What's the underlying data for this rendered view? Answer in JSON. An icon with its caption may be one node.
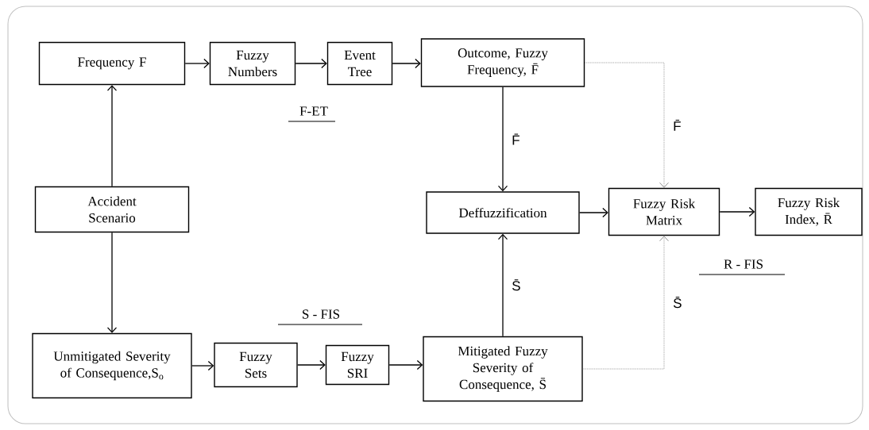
{
  "diagram": {
    "nodes": [
      {
        "text": [
          "Frequency F"
        ]
      },
      {
        "text": [
          "Fuzzy Numbers"
        ]
      },
      {
        "text": [
          "Event Tree"
        ]
      },
      {
        "text": [
          "Outcome, Fuzzy Frequency, F̄"
        ]
      },
      {
        "text": [
          "Accident Scenario"
        ]
      },
      {
        "text": [
          "Deffuzzification"
        ]
      },
      {
        "text": [
          "Fuzzy Risk Matrix"
        ]
      },
      {
        "text": [
          "Fuzzy Risk Index, R̄"
        ]
      },
      {
        "text": [
          "Unmitigated Severity of Consequence,S$_{o}$"
        ]
      },
      {
        "text": [
          "Fuzzy Sets"
        ]
      },
      {
        "text": [
          "Fuzzy SRI"
        ]
      },
      {
        "text": [
          "Mitigated Fuzzy Severity of Consequence, S̄"
        ]
      }
    ],
    "edges": [
      {
        "from": 4,
        "to": 0,
        "arrow": "to"
      },
      {
        "from": 0,
        "to": 1,
        "arrow": "to"
      },
      {
        "from": 1,
        "to": 2,
        "arrow": "to"
      },
      {
        "from": 2,
        "to": 3,
        "arrow": "to"
      },
      {
        "from": 3,
        "to": 5,
        "arrow": "to",
        "label": "F̄"
      },
      {
        "from": 3,
        "to": 6,
        "arrow": "to",
        "label": "F̄",
        "style": "dashed",
        "color": "#777777"
      },
      {
        "from": 5,
        "to": 6,
        "arrow": "to"
      },
      {
        "from": 6,
        "to": 7,
        "arrow": "to"
      },
      {
        "from": 4,
        "to": 8,
        "arrow": "to"
      },
      {
        "from": 8,
        "to": 9,
        "arrow": "to"
      },
      {
        "from": 9,
        "to": 10,
        "arrow": "to"
      },
      {
        "from": 10,
        "to": 11,
        "arrow": "to"
      },
      {
        "from": 11,
        "to": 5,
        "arrow": "to",
        "label": "S̄"
      },
      {
        "from": 11,
        "to": 6,
        "arrow": "to",
        "label": "S̄",
        "style": "dashed",
        "color": "#777777"
      }
    ],
    "labels": [
      "F-ET",
      "S - FIS",
      "R - FIS"
    ]
  }
}
